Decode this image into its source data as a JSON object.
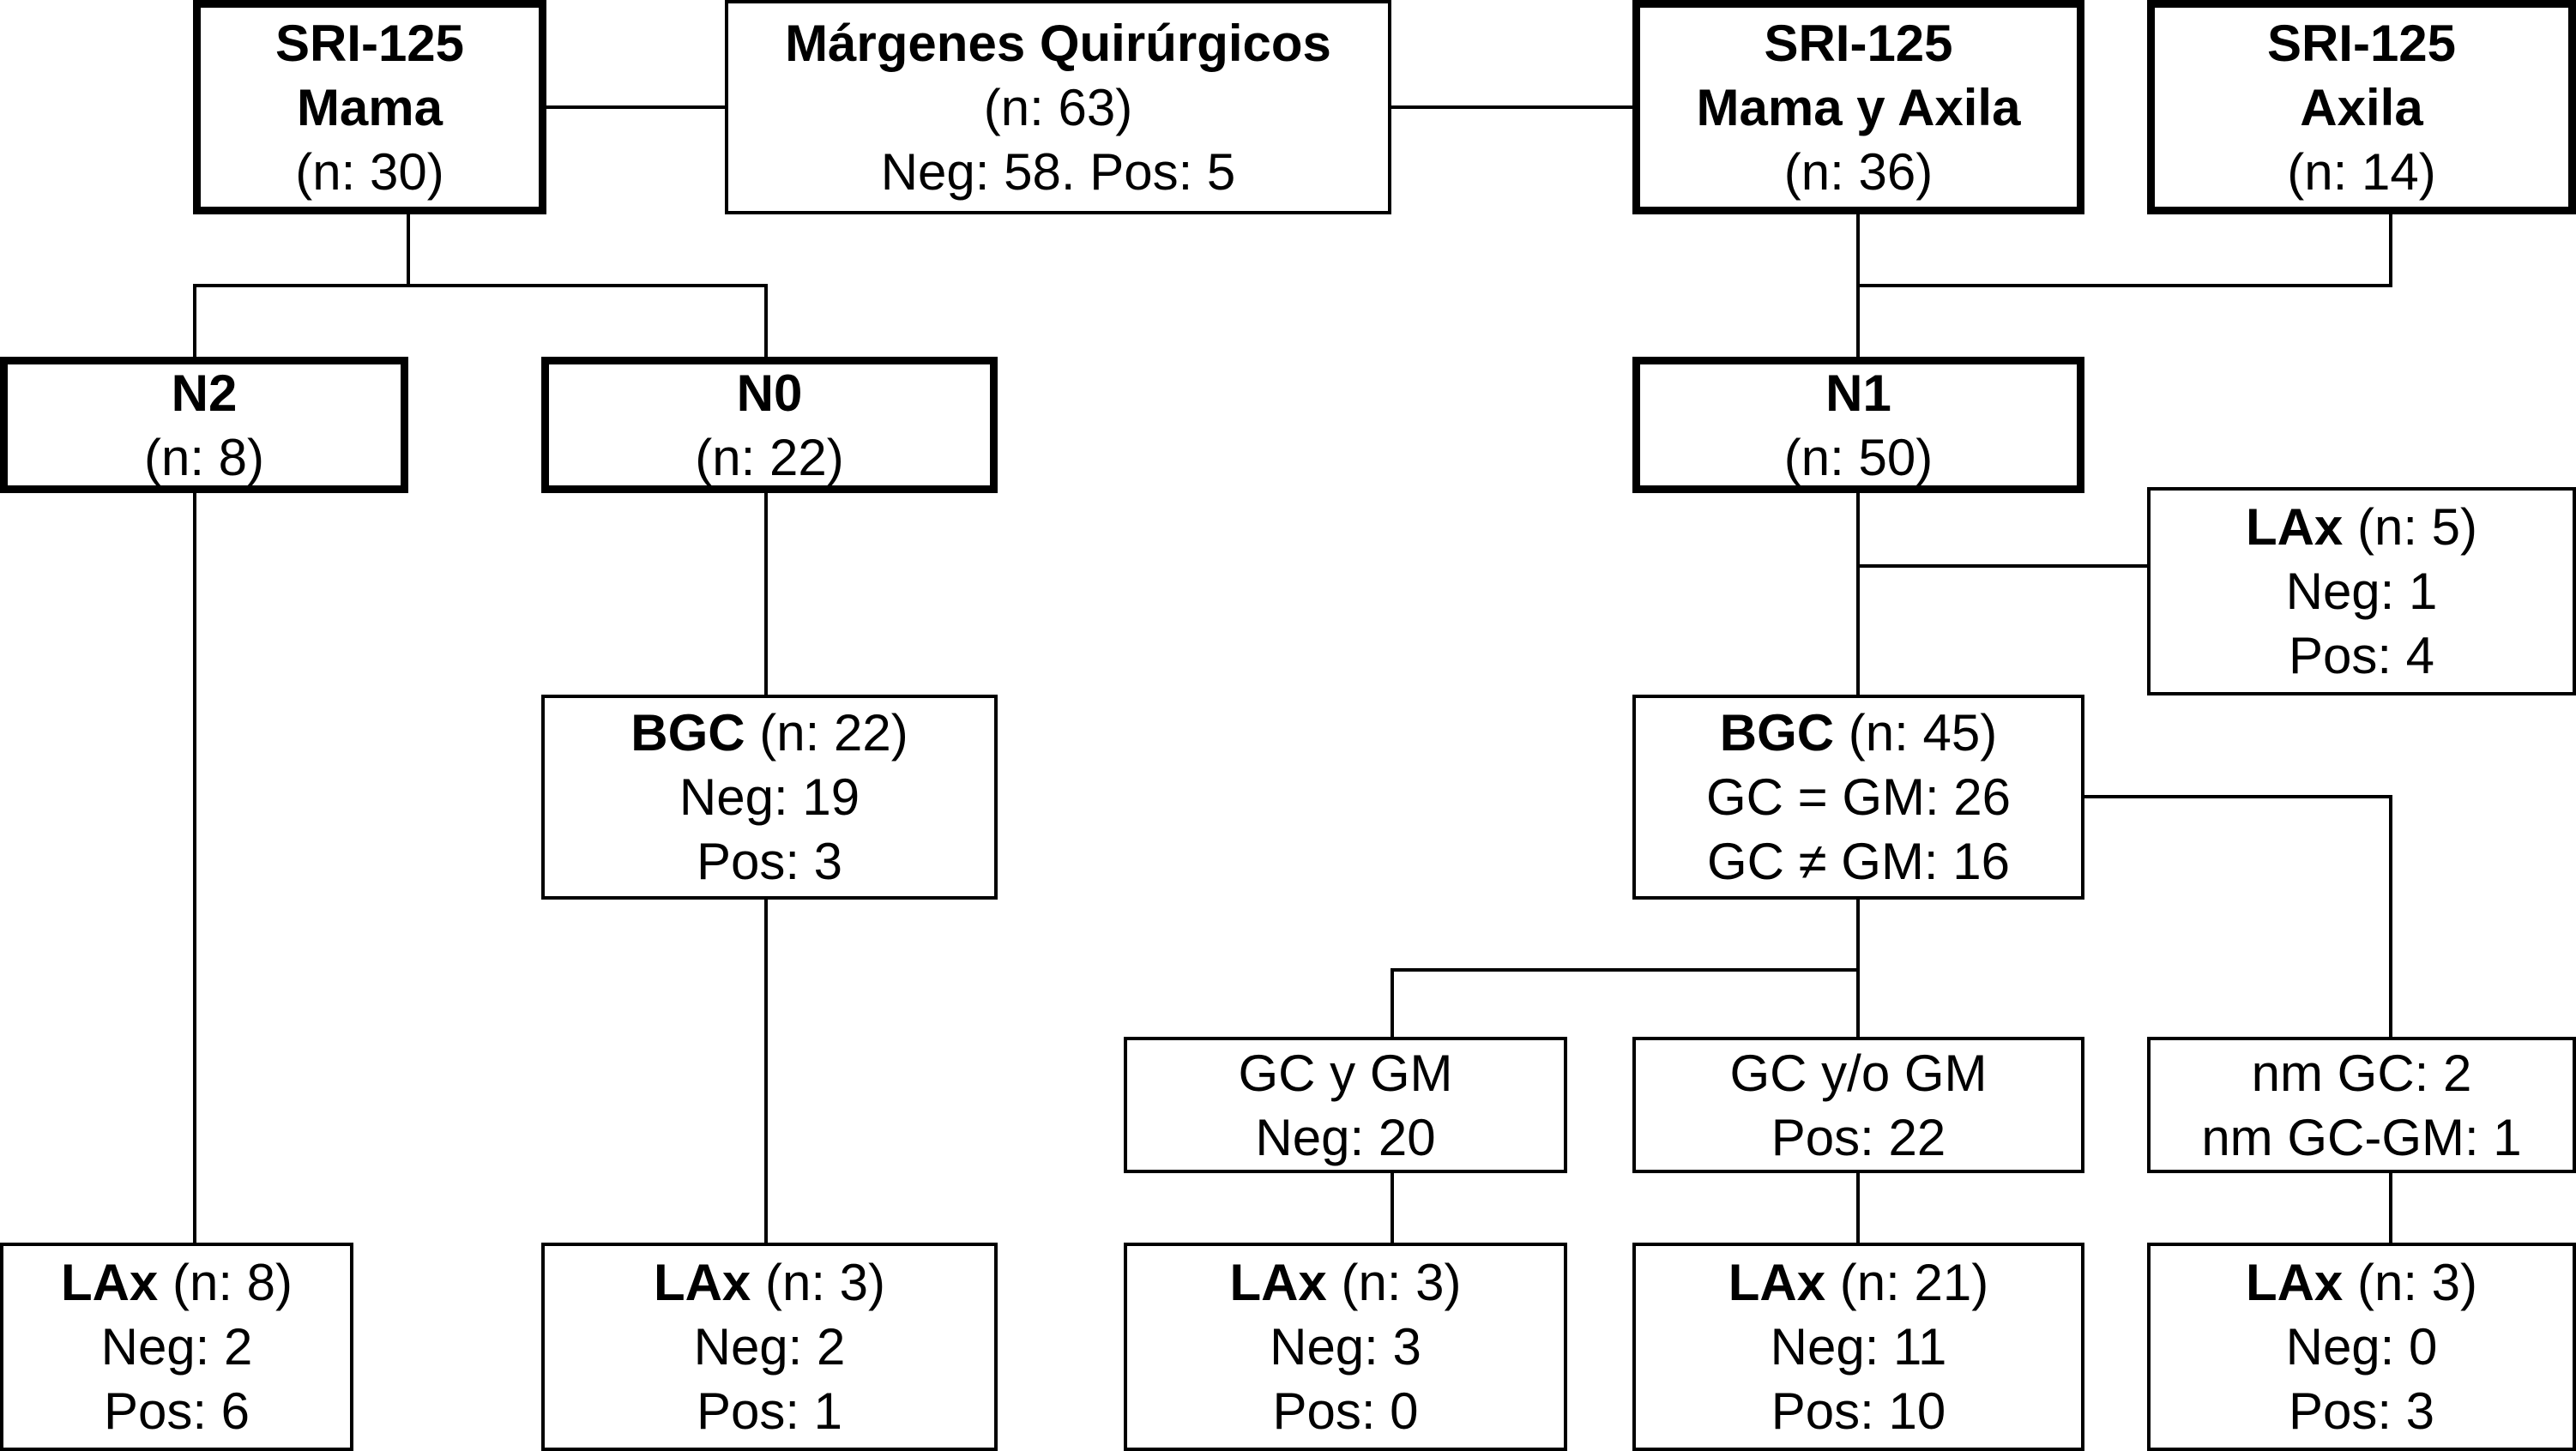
{
  "top": {
    "mama": {
      "title": "SRI-125",
      "subtitle": "Mama",
      "n": "(n: 30)"
    },
    "margenes": {
      "title": "Márgenes Quirúrgicos",
      "n": "(n: 63)",
      "result": "Neg: 58. Pos: 5"
    },
    "mama_axila": {
      "title": "SRI-125",
      "subtitle": "Mama y Axila",
      "n": "(n: 36)"
    },
    "axila": {
      "title": "SRI-125",
      "subtitle": "Axila",
      "n": "(n: 14)"
    }
  },
  "stage": {
    "n2": {
      "title": "N2",
      "n": "(n: 8)"
    },
    "n0": {
      "title": "N0",
      "n": "(n: 22)"
    },
    "n1": {
      "title": "N1",
      "n": "(n: 50)"
    }
  },
  "lax_n1_direct": {
    "label": "LAx",
    "n": " (n: 5)",
    "neg": "Neg: 1",
    "pos": "Pos: 4"
  },
  "bgc_n0": {
    "label": "BGC",
    "n": " (n: 22)",
    "neg": "Neg: 19",
    "pos": "Pos: 3"
  },
  "bgc_n1": {
    "label": "BGC",
    "n": " (n: 45)",
    "eq": "GC = GM: 26",
    "neq": "GC ≠ GM: 16"
  },
  "mid": {
    "gc_y_gm": {
      "title": "GC y GM",
      "value": "Neg: 20"
    },
    "gc_yo_gm": {
      "title": "GC y/o GM",
      "value": "Pos: 22"
    },
    "nm": {
      "line1": "nm GC: 2",
      "line2": "nm GC-GM: 1"
    }
  },
  "lax": {
    "n2": {
      "label": "LAx",
      "n": " (n: 8)",
      "neg": "Neg: 2",
      "pos": "Pos: 6"
    },
    "n0": {
      "label": "LAx",
      "n": " (n: 3)",
      "neg": "Neg: 2",
      "pos": "Pos: 1"
    },
    "gc_y_gm": {
      "label": "LAx",
      "n": " (n: 3)",
      "neg": "Neg: 3",
      "pos": "Pos: 0"
    },
    "gc_yo_gm": {
      "label": "LAx",
      "n": " (n: 21)",
      "neg": "Neg: 11",
      "pos": "Pos: 10"
    },
    "nm": {
      "label": "LAx",
      "n": " (n: 3)",
      "neg": "Neg: 0",
      "pos": "Pos: 3"
    }
  }
}
